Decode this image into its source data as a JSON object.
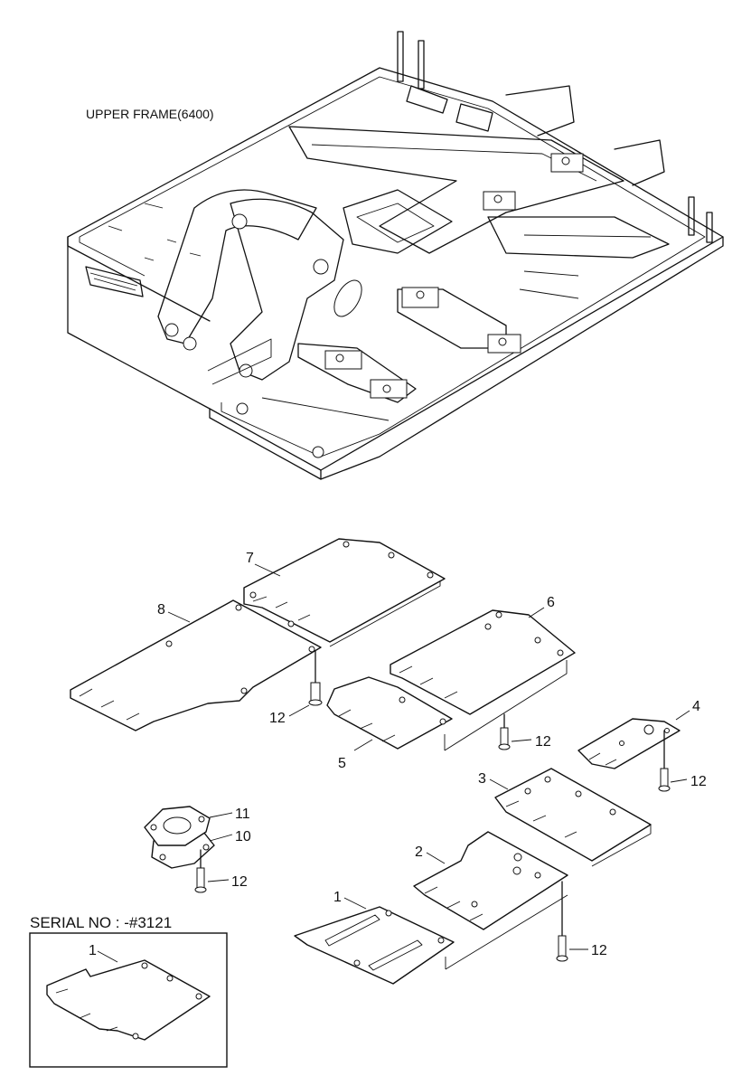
{
  "title": "UPPER FRAME(6400)",
  "serial_label": "SERIAL NO : -#3121",
  "callouts": {
    "p1": "1",
    "p2": "2",
    "p3": "3",
    "p4": "4",
    "p5": "5",
    "p6": "6",
    "p7": "7",
    "p8": "8",
    "p10": "10",
    "p11": "11",
    "p12a": "12",
    "p12b": "12",
    "p12c": "12",
    "p12d": "12",
    "p12e": "12",
    "inset1": "1"
  }
}
